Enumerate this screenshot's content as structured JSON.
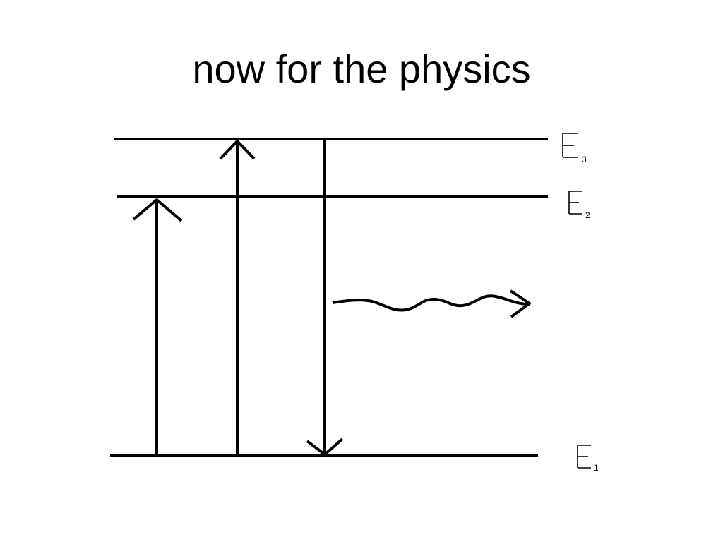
{
  "slide": {
    "title": "now for the physics"
  },
  "diagram": {
    "levels": [
      {
        "name": "E3",
        "letter": "E",
        "subscript": "3"
      },
      {
        "name": "E2",
        "letter": "E",
        "subscript": "2"
      },
      {
        "name": "E1",
        "letter": "E",
        "subscript": "1"
      }
    ],
    "transitions": [
      {
        "name": "absorption-e1-to-e2",
        "direction": "up"
      },
      {
        "name": "absorption-e1-to-e3",
        "direction": "up"
      },
      {
        "name": "emission-e3-to-e1",
        "direction": "down"
      }
    ],
    "emitted_photon": {
      "icon": "wavy-arrow-icon"
    },
    "colors": {
      "ink": "#000000",
      "background": "#ffffff"
    }
  }
}
